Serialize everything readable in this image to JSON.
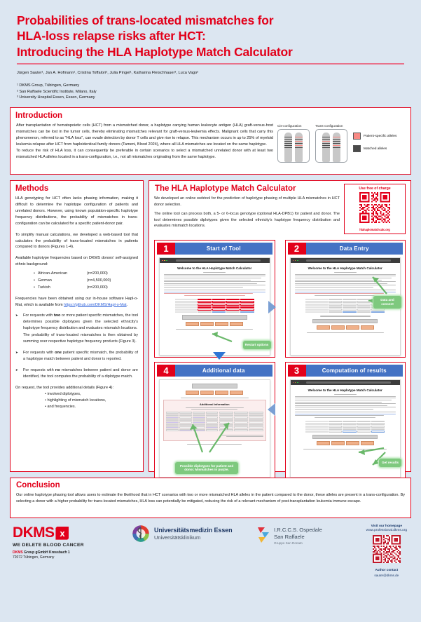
{
  "header": {
    "title_line1": "Probabilities of trans-located mismatches for",
    "title_line2": "HLA-loss relapse risks after HCT:",
    "title_line3": "Introducing the HLA Haplotype Match Calculator",
    "authors": "Jürgen Sauter¹, Jan A. Hofmann¹, Cristina Toffalori², Julia Pingel¹, Katharina Fleischhauer³, Luca Vago²",
    "affiliations": [
      "¹ DKMS Group, Tübingen, Germany",
      "² San Raffaele Scientific Institute, Milano, Italy",
      "³ University Hospital Essen, Essen, Germany"
    ]
  },
  "introduction": {
    "heading": "Introduction",
    "paragraph1": "After transplantation of hematopoietic cells (HCT) from a mismatched donor, a haplotype carrying human leukocyte antigen (HLA) graft-versus-host mismatches can be lost in the tumor cells, thereby eliminating mismatches relevant for graft-versus-leukemia effects. Malignant cells that carry this phenomenon, referred to as \"HLA loss\", can evade detection by donor T cells and give rise to relapse. This mechanism occurs in up to 25% of myeloid leukemia relapse after HCT from haploidentical family donors (Tameni, Blood 2024), where all HLA mismatches are located on the same haplotype.",
    "paragraph2": "To reduce the risk of HLA loss, it can consequently be preferable in certain scenarios to select a mismatched unrelated donor with at least two mismatched HLA alleles located in a trans-configuration, i.e., not all mismatches originating from the same haplotype.",
    "figure": {
      "cis_caption": "Cis-configuration",
      "trans_caption": "Trans-configuration",
      "legend": [
        {
          "label": "Patient-specific alleles",
          "color": "#f98a85"
        },
        {
          "label": "Matched alleles",
          "color": "#4a4a4a"
        }
      ]
    }
  },
  "methods": {
    "heading": "Methods",
    "paragraph1": "HLA genotyping for HCT often lacks phasing information, making it difficult to determine the haplotype configuration of patients and unrelated donors. However, using known population-specific haplotype frequency distributions, the probability of mismatches in trans-configuration can be calculated for a specific patient-donor pair.",
    "paragraph2": "To simplify manual calculations, we developed a web-based tool that calculates the probability of trans-located mismatches in patients compared to donors (Figures 1-4).",
    "paragraph3": "Available haplotype frequencies based on DKMS donors' self-assigned ethnic background:",
    "ethnicities": [
      {
        "name": "African-American",
        "n": "(n=200,000)"
      },
      {
        "name": "German",
        "n": "(n=4,500,000)"
      },
      {
        "name": "Turkish",
        "n": "(n=200,000)"
      }
    ],
    "paragraph4_pre": "Frequencies have been obtained using our in-house software Hapl-o-Mat, which is available from ",
    "paragraph4_link": "https://github.com/DKMS/Hapl-o-Mat",
    "paragraph4_post": ".",
    "arrow_items": [
      {
        "pre": "For requests with ",
        "bold": "two",
        "post": " or more patient specific mismatches, the tool determines possible diplotypes given the selected ethnicity's haplotype frequency distribution and evaluates mismatch locations.",
        "extra": "The probability of trans-located mismatches is then obtained by summing over respective haplotype frequency products (Figure 3)."
      },
      {
        "pre": "For requests with ",
        "bold": "one",
        "post": " patient specific mismatch, the probability of a haplotype match between patient and donor is reported.",
        "extra": ""
      },
      {
        "pre": "For requests with ",
        "bold": "no",
        "post": " mismatches between patient and donor are identified, the tool computes the probability of a diplotype match.",
        "extra": ""
      }
    ],
    "paragraph5": "On request, the tool provides additional details (Figure 4):",
    "details": [
      "involved diplotypes,",
      "highlighting of mismatch locations,",
      "and frequencies."
    ]
  },
  "calculator": {
    "heading": "The HLA Haplotype Match Calculator",
    "paragraph1": "We developed an online webtool for the prediction of haplotype phasing of multiple HLA mismatches in HCT donor selection.",
    "paragraph2": "The online tool can process both, a 5- or 6-locus genotype (optional HLA-DPB1) for patient and donor. The tool determines possible diplotypes given the selected ethnicity's haplotype frequency distribution and evaluates mismatch locations.",
    "qr": {
      "title": "Use free of charge",
      "url": "hlahaplomatchcalc.org"
    },
    "figures": [
      {
        "number": "1",
        "title": "Start of Tool",
        "shot_title": "Welcome to the HLA Haplotype Match Calculator",
        "callout": "Restart options"
      },
      {
        "number": "2",
        "title": "Data Entry",
        "shot_title": "Welcome to the HLA Haplotype Match Calculator",
        "callout": "Data and consent"
      },
      {
        "number": "4",
        "title": "Additional data",
        "shot_title": "Additional information",
        "callout": "Possible diplotypes for patient and donor. Mismatches in purple."
      },
      {
        "number": "3",
        "title": "Computation of results",
        "shot_title": "Welcome to the HLA Haplotype Match Calculator",
        "callout": "Get results"
      }
    ]
  },
  "conclusion": {
    "heading": "Conclusion",
    "text": "Our online haplotype phasing tool allows users to estimate the likelihood that in HCT scenarios with two or more mismatched HLA alleles in the patient compared to the donor, these alleles are present in a trans-configuration. By selecting a donor with a higher probability for trans-located mismatches, HLA loss can potentially be mitigated, reducing the risk of a relevant mechanism of post-transplantation leukemia immune escape."
  },
  "footer": {
    "dkms": {
      "wordmark": "DKMS",
      "x": "x",
      "tagline": "WE DELETE BLOOD CANCER",
      "address_line1_a": "DKMS",
      "address_line1_b": " Group gGmbH Kressbach 1",
      "address_line2": "72072 Tübingen, Germany"
    },
    "essen": {
      "line1": "Universitätsmedizin Essen",
      "line2": "Universitätsklinikum"
    },
    "sanraffaele": {
      "line1": "I.R.C.C.S. Ospedale",
      "line2": "San Raffaele",
      "line3": "Gruppo San Donato"
    },
    "contact": {
      "homepage_label": "Visit our homepage",
      "homepage_url": "www.professional.dkms.org",
      "author_label": "Author contact",
      "author_email": "sauter@dkms.de"
    }
  },
  "colors": {
    "brand_red": "#e2001a",
    "panel_blue": "#4472c4",
    "background": "#dce6f1",
    "callout_green": "#7ec97e"
  }
}
